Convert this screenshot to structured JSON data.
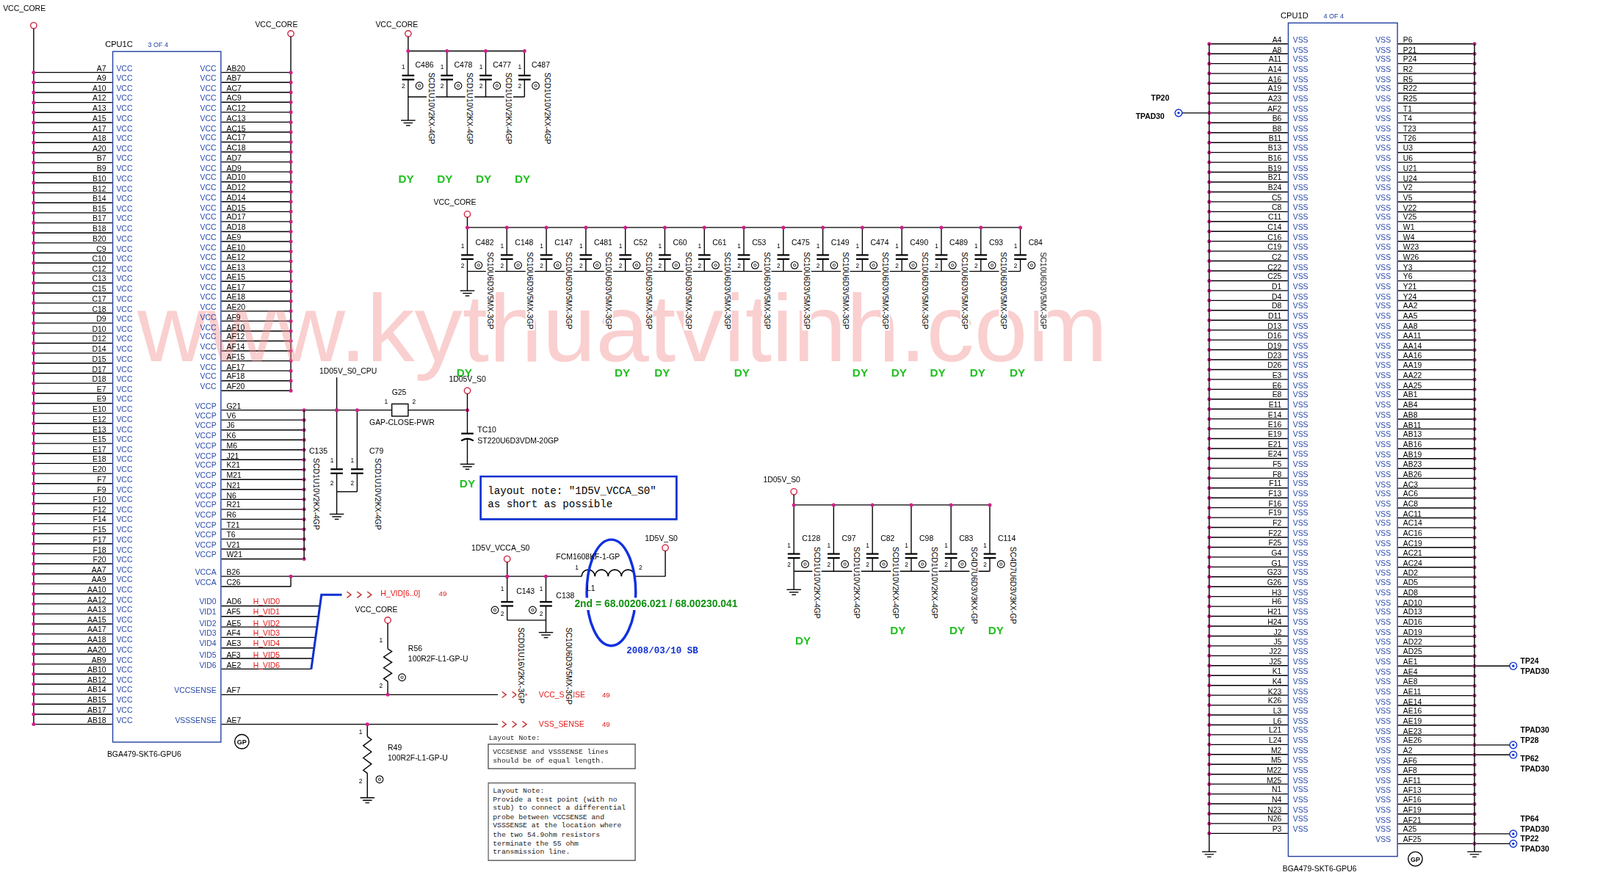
{
  "diagram": {
    "nodes": [
      {
        "text": [
          "CPU1C",
          "3 OF 4",
          "BGA479-SKT6-GPU6"
        ]
      },
      {
        "text": [
          "layout note: \"1D5V_VCCA_S0\" as short as possible"
        ]
      },
      {
        "text": [
          "Layout Note:",
          "VCCSENSE and VSSSENSE lines should be of equal length."
        ]
      },
      {
        "text": [
          "Layout Note:",
          "Provide a test point (with no stub) to connect a differential probe between VCCSENSE and VSSSENSE at the location where the two 54.9ohm resistors terminate the 55 ohm transmission line."
        ]
      },
      {
        "text": [
          "CPU1D",
          "4 OF 4",
          "BGA479-SKT6-GPU6"
        ]
      }
    ],
    "labels": [
      "VCC_CORE",
      "A7",
      "A9",
      "A10",
      "A12",
      "A13",
      "A15",
      "A17",
      "A18",
      "A20",
      "B7",
      "B9",
      "B10",
      "B12",
      "B14",
      "B15",
      "B17",
      "B18",
      "B20",
      "C9",
      "C10",
      "C12",
      "C13",
      "C15",
      "C17",
      "C18",
      "D9",
      "D10",
      "D12",
      "D14",
      "D15",
      "D17",
      "D18",
      "E7",
      "E9",
      "E10",
      "E12",
      "E13",
      "E15",
      "E17",
      "E18",
      "E20",
      "F7",
      "F9",
      "F10",
      "F12",
      "F14",
      "F15",
      "F17",
      "F18",
      "F20",
      "AA7",
      "AA9",
      "AA10",
      "AA12",
      "AA13",
      "AA15",
      "AA17",
      "AA18",
      "AA20",
      "AB9",
      "AB10",
      "AB12",
      "AB14",
      "AB15",
      "AB17",
      "AB18",
      "VCC",
      "VCC",
      "VCC",
      "VCC",
      "VCC",
      "VCC",
      "VCC",
      "VCC",
      "VCC",
      "VCC",
      "VCC",
      "VCC",
      "VCC",
      "VCC",
      "VCC",
      "VCC",
      "VCC",
      "VCC",
      "VCC",
      "VCC",
      "VCC",
      "VCC",
      "VCC",
      "VCC",
      "VCC",
      "VCC",
      "VCC",
      "VCC",
      "VCC",
      "VCC",
      "VCC",
      "VCC",
      "VCC",
      "VCC",
      "VCC",
      "VCC",
      "VCC",
      "VCC",
      "VCC",
      "VCC",
      "VCC",
      "VCC",
      "VCC",
      "VCC",
      "VCC",
      "VCC",
      "VCC",
      "VCC",
      "VCC",
      "VCC",
      "VCC",
      "VCC",
      "VCC",
      "VCC",
      "VCC",
      "VCC",
      "VCC",
      "VCC",
      "VCC",
      "VCC",
      "VCC",
      "VCC",
      "VCC",
      "VCC",
      "VCC",
      "VCC",
      "VCC_CORE",
      "AB20",
      "AB7",
      "AC7",
      "AC9",
      "AC12",
      "AC13",
      "AC15",
      "AC17",
      "AC18",
      "AD7",
      "AD9",
      "AD10",
      "AD12",
      "AD14",
      "AD15",
      "AD17",
      "AD18",
      "AE9",
      "AE10",
      "AE12",
      "AE13",
      "AE15",
      "AE17",
      "AE18",
      "AE20",
      "AF9",
      "AF10",
      "AF12",
      "AF14",
      "AF15",
      "AF17",
      "AF18",
      "AF20",
      "VCC",
      "VCC",
      "VCC",
      "VCC",
      "VCC",
      "VCC",
      "VCC",
      "VCC",
      "VCC",
      "VCC",
      "VCC",
      "VCC",
      "VCC",
      "VCC",
      "VCC",
      "VCC",
      "VCC",
      "VCC",
      "VCC",
      "VCC",
      "VCC",
      "VCC",
      "VCC",
      "VCC",
      "VCC",
      "VCC",
      "VCC",
      "VCC",
      "VCC",
      "VCC",
      "VCC",
      "VCC",
      "VCC",
      "G21",
      "V6",
      "J6",
      "K6",
      "M6",
      "J21",
      "K21",
      "M21",
      "N21",
      "N6",
      "R21",
      "R6",
      "T21",
      "T6",
      "V21",
      "W21",
      "VCCP",
      "VCCP",
      "VCCP",
      "VCCP",
      "VCCP",
      "VCCP",
      "VCCP",
      "VCCP",
      "VCCP",
      "VCCP",
      "VCCP",
      "VCCP",
      "VCCP",
      "VCCP",
      "VCCP",
      "VCCP",
      "B26",
      "C26",
      "VCCA",
      "VCCA",
      "AD6",
      "AF5",
      "AE5",
      "AF4",
      "AE3",
      "AF3",
      "AE2",
      "VID0",
      "VID1",
      "VID2",
      "VID3",
      "VID4",
      "VID5",
      "VID6",
      "H_VID0",
      "H_VID1",
      "H_VID2",
      "H_VID3",
      "H_VID4",
      "H_VID5",
      "H_VID6",
      "H_VID[6..0]",
      "49",
      "AF7",
      "VCCSENSE",
      "AE7",
      "VSSSENSE",
      "VCC_SENSE",
      "49",
      "VSS_SENSE",
      "49",
      "VCC_CORE",
      "R56",
      "100R2F-L1-GP-U",
      "1",
      "2",
      "R49",
      "100R2F-L1-GP-U",
      "1",
      "2",
      "GP",
      "VCC_CORE",
      "C486",
      "SCD1U10V2KX-4GP",
      "1",
      "2",
      "C478",
      "SCD1U10V2KX-4GP",
      "1",
      "2",
      "C477",
      "SCD1U10V2KX-4GP",
      "1",
      "2",
      "C487",
      "SCD1U10V2KX-4GP",
      "1",
      "2",
      "DY",
      "DY",
      "DY",
      "DY",
      "VCC_CORE",
      "C482",
      "SC10U6D3V5MX-3GP",
      "1",
      "2",
      "C148",
      "SC10U6D3V5MX-3GP",
      "1",
      "2",
      "C147",
      "SC10U6D3V5MX-3GP",
      "1",
      "2",
      "C481",
      "SC10U6D3V5MX-3GP",
      "1",
      "2",
      "C52",
      "SC10U6D3V5MX-3GP",
      "1",
      "2",
      "C60",
      "SC10U6D3V5MX-3GP",
      "1",
      "2",
      "C61",
      "SC10U6D3V5MX-3GP",
      "1",
      "2",
      "C53",
      "SC10U6D3V5MX-3GP",
      "1",
      "2",
      "C475",
      "SC10U6D3V5MX-3GP",
      "1",
      "2",
      "C149",
      "SC10U6D3V5MX-3GP",
      "1",
      "2",
      "C474",
      "SC10U6D3V5MX-3GP",
      "1",
      "2",
      "C490",
      "SC10U6D3V5MX-3GP",
      "1",
      "2",
      "C489",
      "SC10U6D3V5MX-3GP",
      "1",
      "2",
      "C93",
      "SC10U6D3V5MX-3GP",
      "1",
      "2",
      "C84",
      "SC10U6D3V5MX-3GP",
      "1",
      "2",
      "DY",
      "DY",
      "DY",
      "DY",
      "DY",
      "DY",
      "DY",
      "DY",
      "DY",
      "1D05V_S0_CPU",
      "G25",
      "1",
      "2",
      "GAP-CLOSE-PWR",
      "C135",
      "SCD1U10V2KX-4GP",
      "1",
      "2",
      "C79",
      "SCD1U10V2KX-4GP",
      "1",
      "2",
      "1D05V_S0",
      "TC10",
      "ST220U6D3VDM-20GP",
      "DY",
      "1D5V_VCCA_S0",
      "C143",
      "SCD01U16V2KX-3GP",
      "1",
      "2",
      "C138",
      "SC10U6D3V5MX-3GP",
      "1",
      "2",
      "FCM1608KF-1-GP",
      "L1",
      "1",
      "2",
      "1D5V_S0",
      "2nd = 68.00206.021 / 68.00230.041",
      "2008/03/10 SB",
      "1D05V_S0",
      "C128",
      "SCD1U10V2KX-4GP",
      "1",
      "2",
      "C97",
      "SCD1U10V2KX-4GP",
      "1",
      "2",
      "C82",
      "SCD1U10V2KX-4GP",
      "1",
      "2",
      "C98",
      "SCD1U10V2KX-4GP",
      "1",
      "2",
      "C83",
      "SC4D7U6D3V3KX-GP",
      "1",
      "2",
      "C114",
      "SC4D7U6D3V3KX-GP",
      "1",
      "2",
      "DY",
      "DY",
      "DY",
      "DY",
      "www.kythuatvitinh.com",
      "A4",
      "A8",
      "A11",
      "A14",
      "A16",
      "A19",
      "A23",
      "AF2",
      "B6",
      "B8",
      "B11",
      "B13",
      "B16",
      "B19",
      "B21",
      "B24",
      "C5",
      "C8",
      "C11",
      "C14",
      "C16",
      "C19",
      "C2",
      "C22",
      "C25",
      "D1",
      "D4",
      "D8",
      "D11",
      "D13",
      "D16",
      "D19",
      "D23",
      "D26",
      "E3",
      "E6",
      "E8",
      "E11",
      "E14",
      "E16",
      "E19",
      "E21",
      "E24",
      "F5",
      "F8",
      "F11",
      "F13",
      "F16",
      "F19",
      "F2",
      "F22",
      "F25",
      "G4",
      "G1",
      "G23",
      "G26",
      "H3",
      "H6",
      "H21",
      "H24",
      "J2",
      "J5",
      "J22",
      "J25",
      "K1",
      "K4",
      "K23",
      "K26",
      "L3",
      "L6",
      "L21",
      "L24",
      "M2",
      "M5",
      "M22",
      "M25",
      "N1",
      "N4",
      "N23",
      "N26",
      "P3",
      "VSS",
      "VSS",
      "VSS",
      "VSS",
      "VSS",
      "VSS",
      "VSS",
      "VSS",
      "VSS",
      "VSS",
      "VSS",
      "VSS",
      "VSS",
      "VSS",
      "VSS",
      "VSS",
      "VSS",
      "VSS",
      "VSS",
      "VSS",
      "VSS",
      "VSS",
      "VSS",
      "VSS",
      "VSS",
      "VSS",
      "VSS",
      "VSS",
      "VSS",
      "VSS",
      "VSS",
      "VSS",
      "VSS",
      "VSS",
      "VSS",
      "VSS",
      "VSS",
      "VSS",
      "VSS",
      "VSS",
      "VSS",
      "VSS",
      "VSS",
      "VSS",
      "VSS",
      "VSS",
      "VSS",
      "VSS",
      "VSS",
      "VSS",
      "VSS",
      "VSS",
      "VSS",
      "VSS",
      "VSS",
      "VSS",
      "VSS",
      "VSS",
      "VSS",
      "VSS",
      "VSS",
      "VSS",
      "VSS",
      "VSS",
      "VSS",
      "VSS",
      "VSS",
      "VSS",
      "VSS",
      "VSS",
      "VSS",
      "VSS",
      "VSS",
      "VSS",
      "VSS",
      "VSS",
      "VSS",
      "VSS",
      "VSS",
      "VSS",
      "VSS",
      "P6",
      "P21",
      "P24",
      "R2",
      "R5",
      "R22",
      "R25",
      "T1",
      "T4",
      "T23",
      "T26",
      "U3",
      "U6",
      "U21",
      "U24",
      "V2",
      "V5",
      "V22",
      "V25",
      "W1",
      "W4",
      "W23",
      "W26",
      "Y3",
      "Y6",
      "Y21",
      "Y24",
      "AA2",
      "AA5",
      "AA8",
      "AA11",
      "AA14",
      "AA16",
      "AA19",
      "AA22",
      "AA25",
      "AB1",
      "AB4",
      "AB8",
      "AB11",
      "AB13",
      "AB16",
      "AB19",
      "AB23",
      "AB26",
      "AC3",
      "AC6",
      "AC8",
      "AC11",
      "AC14",
      "AC16",
      "AC19",
      "AC21",
      "AC24",
      "AD2",
      "AD5",
      "AD8",
      "AD10",
      "AD13",
      "AD16",
      "AD19",
      "AD22",
      "AD25",
      "AE1",
      "AE4",
      "AE8",
      "AE11",
      "AE14",
      "AE16",
      "AE19",
      "AE23",
      "AE26",
      "A2",
      "AF6",
      "AF8",
      "AF11",
      "AF13",
      "AF16",
      "AF19",
      "AF21",
      "A25",
      "AF25",
      "VSS",
      "VSS",
      "VSS",
      "VSS",
      "VSS",
      "VSS",
      "VSS",
      "VSS",
      "VSS",
      "VSS",
      "VSS",
      "VSS",
      "VSS",
      "VSS",
      "VSS",
      "VSS",
      "VSS",
      "VSS",
      "VSS",
      "VSS",
      "VSS",
      "VSS",
      "VSS",
      "VSS",
      "VSS",
      "VSS",
      "VSS",
      "VSS",
      "VSS",
      "VSS",
      "VSS",
      "VSS",
      "VSS",
      "VSS",
      "VSS",
      "VSS",
      "VSS",
      "VSS",
      "VSS",
      "VSS",
      "VSS",
      "VSS",
      "VSS",
      "VSS",
      "VSS",
      "VSS",
      "VSS",
      "VSS",
      "VSS",
      "VSS",
      "VSS",
      "VSS",
      "VSS",
      "VSS",
      "VSS",
      "VSS",
      "VSS",
      "VSS",
      "VSS",
      "VSS",
      "VSS",
      "VSS",
      "VSS",
      "VSS",
      "VSS",
      "VSS",
      "VSS",
      "VSS",
      "VSS",
      "VSS",
      "VSS",
      "VSS",
      "VSS",
      "VSS",
      "VSS",
      "VSS",
      "VSS",
      "VSS",
      "VSS",
      "VSS",
      "VSS",
      "VSS",
      "TP20",
      "TPAD30",
      "TP24",
      "TPAD30",
      "TPAD30",
      "TP28",
      "TP62",
      "TPAD30",
      "TP64",
      "TPAD30",
      "TP22",
      "TPAD30",
      "GP"
    ]
  }
}
